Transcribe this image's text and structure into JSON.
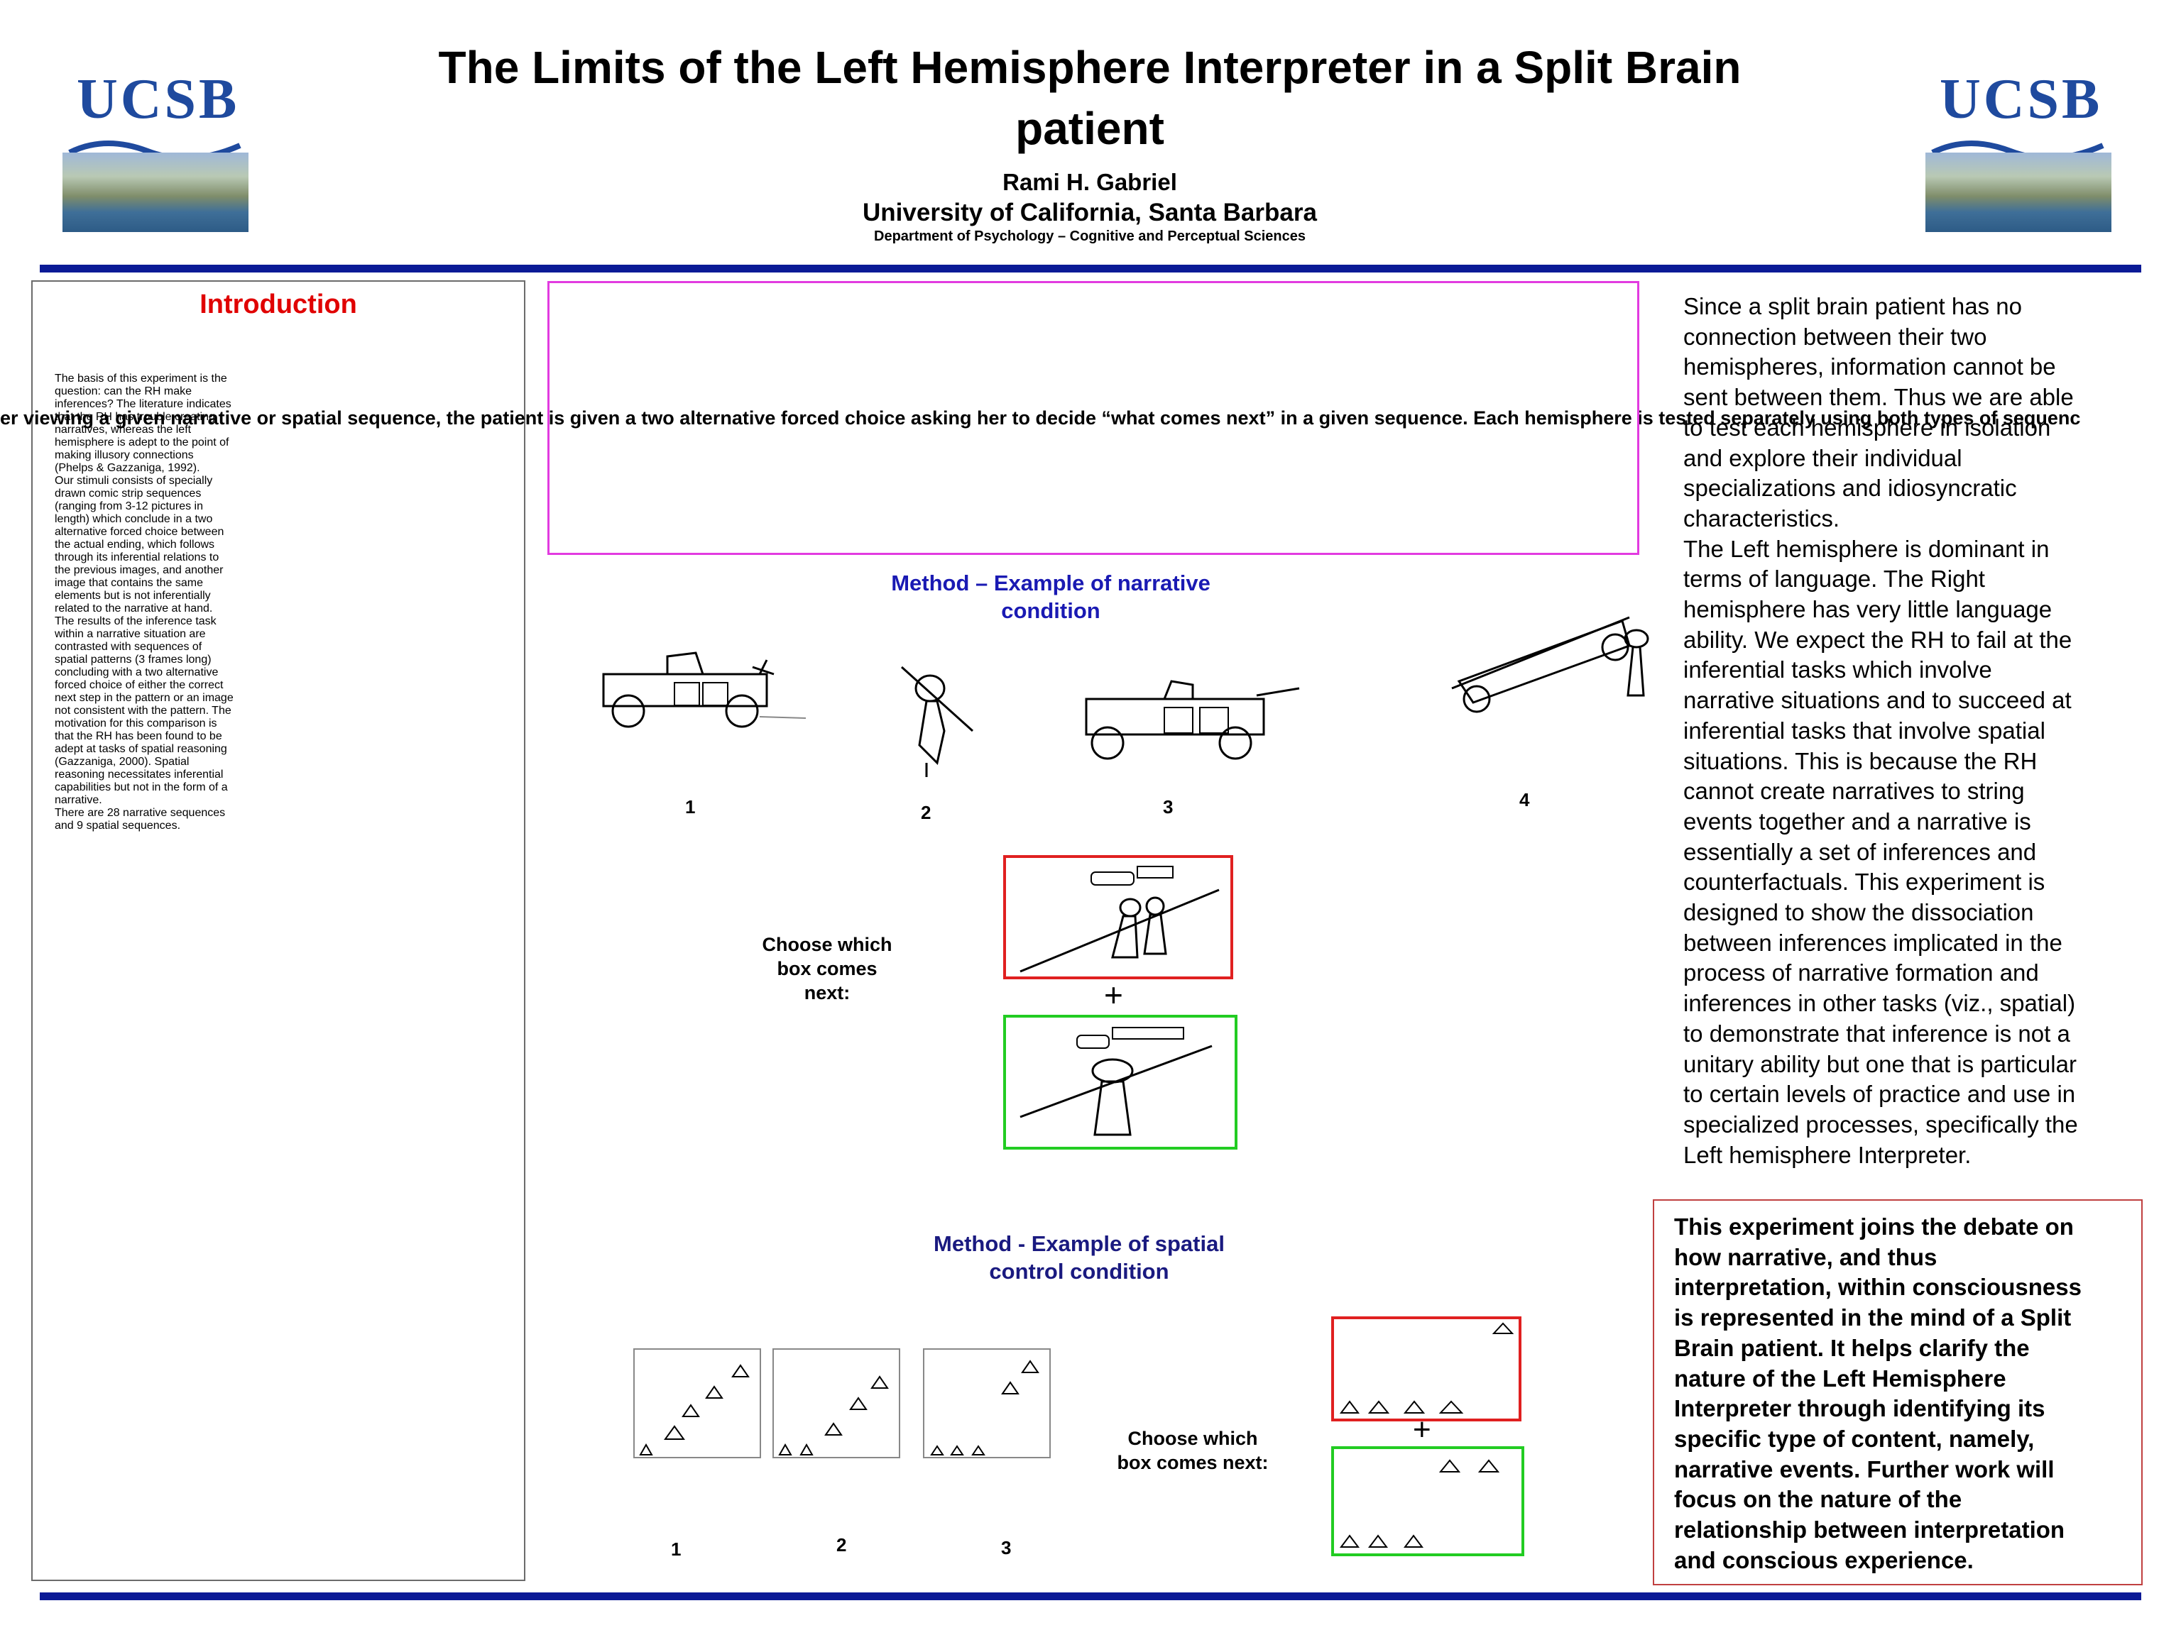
{
  "header": {
    "logo_left_text": "UCSB",
    "logo_right_text": "UCSB",
    "title": "The Limits of the Left Hemisphere Interpreter in a Split Brain patient",
    "author": "Rami H. Gabriel",
    "university": "University of California, Santa Barbara",
    "department": "Department of Psychology – Cognitive and Perceptual Sciences"
  },
  "intro": {
    "heading": "Introduction",
    "lines": [
      "The basis of this experiment is the",
      "question: can the RH make",
      "inferences? The literature indicates",
      "that the RH has trouble creating",
      "narratives, whereas the left",
      "hemisphere is adept to the point of",
      "making illusory connections",
      "(Phelps & Gazzaniga, 1992).",
      "Our stimuli consists of specially",
      "drawn comic strip sequences",
      "(ranging from 3-12 pictures in",
      "length) which conclude in a two",
      "alternative forced choice between",
      "the actual ending, which follows",
      "through its inferential relations to",
      "the previous images, and another",
      "image that contains the same",
      "elements but is not inferentially",
      "related to the narrative at hand.",
      "The results of the inference task",
      "within a narrative situation are",
      "contrasted with sequences of",
      "spatial patterns (3 frames long)",
      "concluding with a two alternative",
      "forced choice of either the correct",
      "next step in the pattern or an image",
      "not consistent with the pattern. The",
      "motivation for this comparison is",
      "that the RH has been found to be",
      "adept at tasks of spatial reasoning",
      "(Gazzaniga, 2000). Spatial",
      "reasoning necessitates inferential",
      "capabilities but not in the form of a",
      "narrative.",
      "There are 28 narrative sequences",
      "and 9 spatial sequences."
    ]
  },
  "overflow_text": "er viewing a given narrative or spatial sequence, the patient is given a two alternative forced choice asking her to decide “what comes next” in a given sequence. Each hemisphere is tested separately using both types of sequenc",
  "method_narrative": {
    "heading_line1": "Method – Example of narrative",
    "heading_line2": "condition",
    "frame_numbers": [
      "1",
      "2",
      "3",
      "4"
    ],
    "choose_line1": "Choose which",
    "choose_line2": "box comes",
    "choose_line3": "next:",
    "plus": "+"
  },
  "method_spatial": {
    "heading_line1": "Method - Example of spatial",
    "heading_line2": "control condition",
    "frame_numbers": [
      "1",
      "2",
      "3"
    ],
    "choose_line1": "Choose which",
    "choose_line2": "box comes next:",
    "plus": "+"
  },
  "right_text": {
    "lines": [
      "Since a split brain patient has no",
      "connection between their two",
      "hemispheres, information cannot be",
      "sent between them. Thus we are able",
      "to test each hemisphere in isolation",
      "and explore their individual",
      "specializations and idiosyncratic",
      "characteristics.",
      "The Left hemisphere is dominant in",
      "terms of language. The Right",
      "hemisphere has very little language",
      "ability. We expect the RH to fail at the",
      "inferential tasks which involve",
      "narrative situations and to succeed at",
      "inferential tasks that involve spatial",
      "situations. This is because the RH",
      "cannot create narratives to string",
      "events together and a narrative is",
      "essentially a set of inferences and",
      "counterfactuals. This experiment is",
      "designed to show the dissociation",
      "between inferences implicated in the",
      "process of narrative formation and",
      "inferences in other tasks (viz., spatial)",
      "to demonstrate that inference is not a",
      "unitary ability but one that is particular",
      "to certain levels of practice and use in",
      "specialized processes, specifically the",
      "Left hemisphere Interpreter."
    ]
  },
  "conclusion": {
    "lines": [
      "This experiment joins the debate on",
      "how narrative, and thus",
      "interpretation, within consciousness",
      "is represented in the mind of a Split",
      "Brain patient. It helps clarify the",
      "nature of the Left Hemisphere",
      "Interpreter through identifying its",
      "specific type of content, namely,",
      "narrative events. Further work will",
      "focus on the nature of the",
      "relationship between interpretation",
      "and conscious experience."
    ]
  },
  "colors": {
    "rule_blue": "#0b1a96",
    "logo_blue": "#1f4a9e",
    "intro_heading_red": "#e00000",
    "method_blue": "#1a1ab3",
    "magenta_box": "#e23be0",
    "wrong_box_red": "#e02020",
    "right_box_green": "#22cc22",
    "conclusion_border": "#c04040"
  }
}
